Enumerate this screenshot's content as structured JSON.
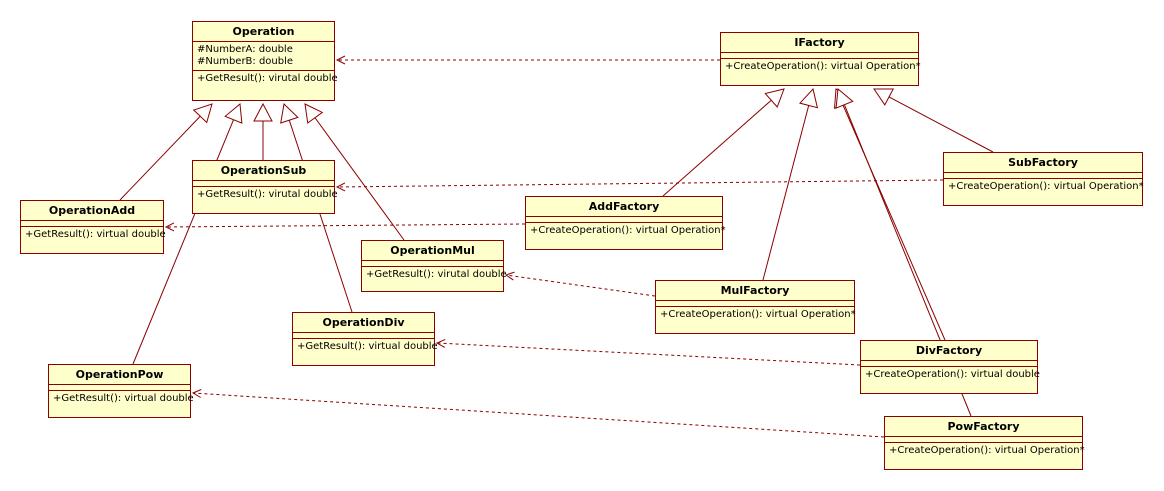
{
  "colors": {
    "class_fill": "#ffffcc",
    "class_border": "#8b0000",
    "line": "#8b0000"
  },
  "classes": {
    "operation": {
      "name": "Operation",
      "attributes": [
        "#NumberA: double",
        "#NumberB: double"
      ],
      "methods": [
        "+GetResult(): virutal double"
      ]
    },
    "ifactory": {
      "name": "IFactory",
      "methods": [
        "+CreateOperation(): virtual Operation*"
      ]
    },
    "subfactory": {
      "name": "SubFactory",
      "methods": [
        "+CreateOperation(): virtual Operation*"
      ]
    },
    "operationsub": {
      "name": "OperationSub",
      "methods": [
        "+GetResult(): virutal double"
      ]
    },
    "operationadd": {
      "name": "OperationAdd",
      "methods": [
        "+GetResult(): virtual double"
      ]
    },
    "addfactory": {
      "name": "AddFactory",
      "methods": [
        "+CreateOperation(): virtual Operation*"
      ]
    },
    "operationmul": {
      "name": "OperationMul",
      "methods": [
        "+GetResult(): virutal double"
      ]
    },
    "mulfactory": {
      "name": "MulFactory",
      "methods": [
        "+CreateOperation(): virtual Operation*"
      ]
    },
    "operationdiv": {
      "name": "OperationDiv",
      "methods": [
        "+GetResult(): virtual double"
      ]
    },
    "divfactory": {
      "name": "DivFactory",
      "methods": [
        "+CreateOperation(): virtual double"
      ]
    },
    "operationpow": {
      "name": "OperationPow",
      "methods": [
        "+GetResult(): virtual double"
      ]
    },
    "powfactory": {
      "name": "PowFactory",
      "methods": [
        "+CreateOperation(): virtual Operation*"
      ]
    }
  },
  "relations": {
    "generalization": [
      {
        "from": "operationadd",
        "to": "operation"
      },
      {
        "from": "operationsub",
        "to": "operation"
      },
      {
        "from": "operationmul",
        "to": "operation"
      },
      {
        "from": "operationdiv",
        "to": "operation"
      },
      {
        "from": "operationpow",
        "to": "operation"
      },
      {
        "from": "addfactory",
        "to": "ifactory"
      },
      {
        "from": "subfactory",
        "to": "ifactory"
      },
      {
        "from": "mulfactory",
        "to": "ifactory"
      },
      {
        "from": "divfactory",
        "to": "ifactory"
      },
      {
        "from": "powfactory",
        "to": "ifactory"
      }
    ],
    "dependency": [
      {
        "from": "ifactory",
        "to": "operation"
      },
      {
        "from": "subfactory",
        "to": "operationsub"
      },
      {
        "from": "addfactory",
        "to": "operationadd"
      },
      {
        "from": "mulfactory",
        "to": "operationmul"
      },
      {
        "from": "divfactory",
        "to": "operationdiv"
      },
      {
        "from": "powfactory",
        "to": "operationpow"
      }
    ]
  }
}
